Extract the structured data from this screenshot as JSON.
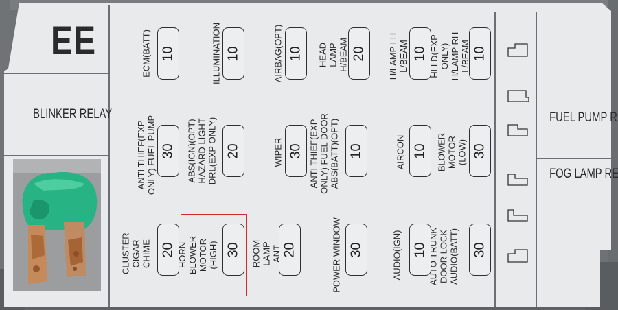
{
  "panel_code": "EE",
  "relays": {
    "blinker": "BLINKER RELAY",
    "fuel_pump": "FUEL PUMP RELAY",
    "fog_lamp": "FOG LAMP RELAY (OPT)"
  },
  "fuses": [
    {
      "label": "ECM(BATT)",
      "rating": "10"
    },
    {
      "label": "ILLUMINATION",
      "rating": "10"
    },
    {
      "label": "AIRBAG(OPT)",
      "rating": "10"
    },
    {
      "label": "HEAD LAMP H/BEAM",
      "rating": "20"
    },
    {
      "label": "H/LAMP LH L/BEAM",
      "rating": "10"
    },
    {
      "label": "HLLD(EXP ONLY) H/LAMP RH L/BEAM",
      "rating": "10"
    },
    {
      "label": "ANTI THIEF(EXP ONLY) FUEL PUMP",
      "rating": "30"
    },
    {
      "label": "ABS(IGN)(OPT) HAZARD LIGHT DRL(EXP ONLY)",
      "rating": "20"
    },
    {
      "label": "WIPER",
      "rating": "30"
    },
    {
      "label": "ANTI THIEF(EXP ONLY) FUEL DOOR ABS(BATT)(OPT)",
      "rating": "10"
    },
    {
      "label": "AIRCON",
      "rating": "10"
    },
    {
      "label": "BLOWER MOTOR (LOW)",
      "rating": "30"
    },
    {
      "label": "CLUSTER CIGAR CHIME",
      "rating": "20"
    },
    {
      "label": "HORN BLOWER MOTOR (HIGH)",
      "rating": "30"
    },
    {
      "label": "ROOM LAMP ANT",
      "rating": "20"
    },
    {
      "label": "POWER WINDOW",
      "rating": "30"
    },
    {
      "label": "AUDIO(IGN)",
      "rating": "10"
    },
    {
      "label": "AUTO TRUNK DOOR LOCK AUDIO(BATT)",
      "rating": "30"
    }
  ],
  "highlight_color": "#d62b2b"
}
